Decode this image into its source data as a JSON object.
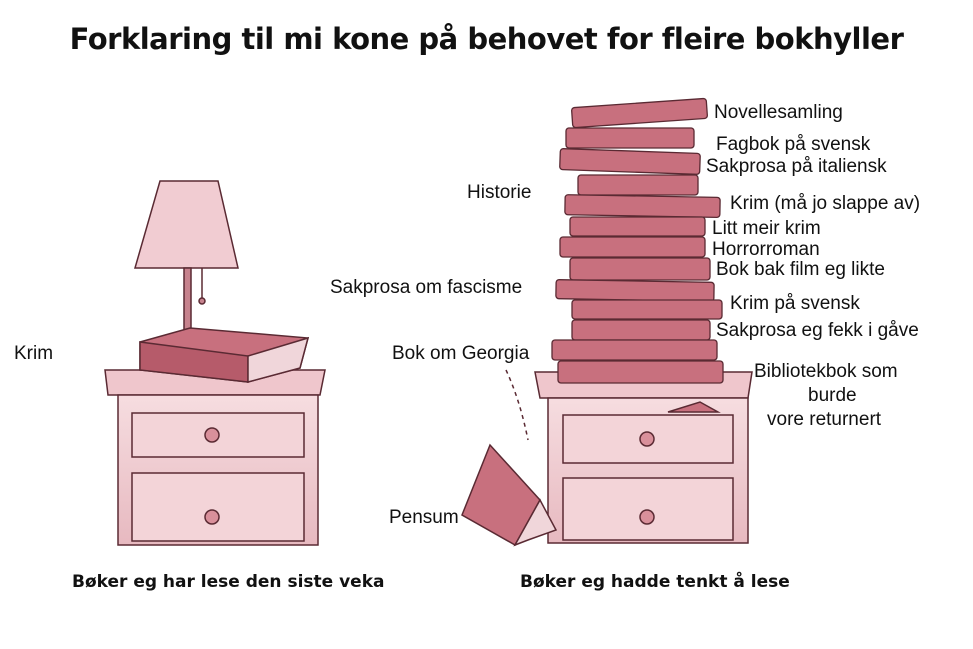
{
  "title": "Forklaring til mi kone på behovet for fleire bokhyller",
  "captions": {
    "left": "Bøker eg har lese den siste veka",
    "right": "Bøker eg hadde tenkt å lese"
  },
  "left_books": [
    "Krim"
  ],
  "right_books": {
    "right_side": [
      "Novellesamling",
      "Fagbok på svensk",
      "Sakprosa på italiensk",
      "Krim (må jo slappe av)",
      "Litt meir krim",
      "Horrorroman",
      "Bok bak film eg likte",
      "Krim på svensk",
      "Sakprosa eg fekk i gåve"
    ],
    "library_book": [
      "Bibliotekbok som",
      "burde",
      "vore returnert"
    ],
    "left_side": [
      "Historie",
      "Sakprosa om fascisme",
      "Bok om Georgia",
      "Pensum"
    ]
  },
  "colors": {
    "book": "#c8707e",
    "book_dark": "#9c4a59",
    "furniture": "#f0d0d4",
    "line": "#5a2a33"
  }
}
